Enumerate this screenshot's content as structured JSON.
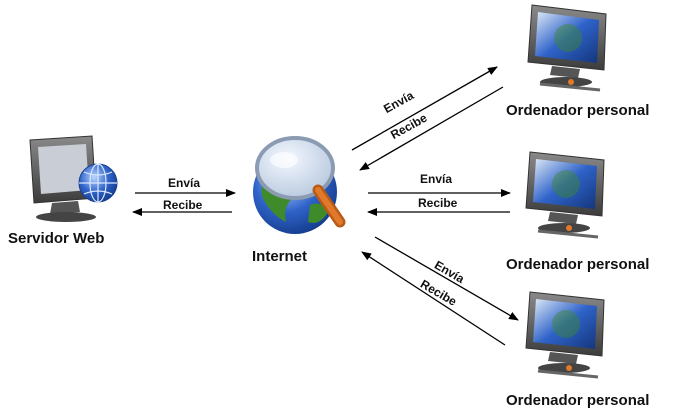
{
  "server": {
    "label": "Servidor Web",
    "icon": "web-server-icon"
  },
  "internet": {
    "label": "Internet",
    "icon": "globe-magnifier-icon"
  },
  "clients": [
    {
      "label": "Ordenador personal",
      "icon": "personal-computer-icon"
    },
    {
      "label": "Ordenador personal",
      "icon": "personal-computer-icon"
    },
    {
      "label": "Ordenador personal",
      "icon": "personal-computer-icon"
    }
  ],
  "arrows": {
    "send": "Envía",
    "receive": "Recibe"
  },
  "colors": {
    "globe_blue": "#2f63c9",
    "land_green": "#3f8a2a",
    "monitor_gray": "#5a5a5a",
    "handle_orange": "#e07a2a"
  }
}
